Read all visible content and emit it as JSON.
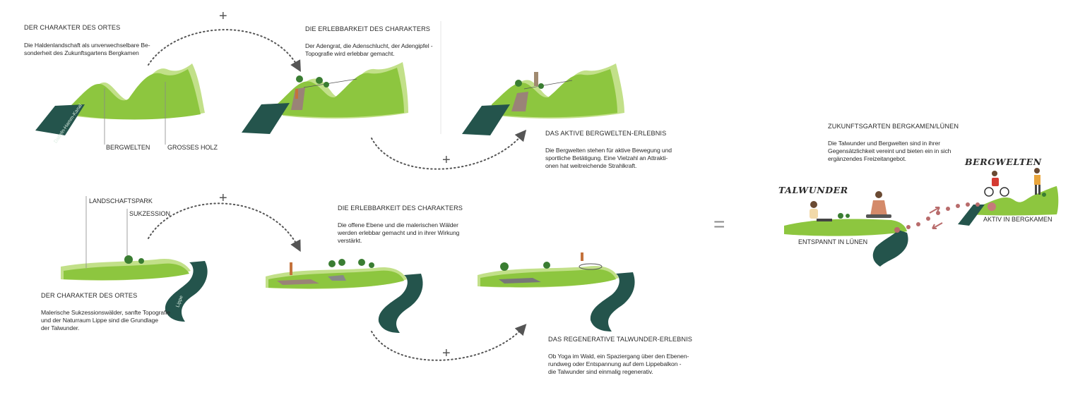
{
  "colors": {
    "grass": "#8dc63f",
    "grass_light": "#c2e089",
    "grass_dark": "#5e9e2c",
    "water": "#24544c",
    "path": "#9a8377",
    "arrow_dots": "#555555",
    "pink_dots": "#b86b6b"
  },
  "plus_sign": "+",
  "equals_sign": "=",
  "top": {
    "step1": {
      "title": "DER CHARAKTER DES ORTES",
      "text_lines": [
        "Die Haldenlandschaft als unverwechselbare Be-",
        "sonderheit des Zukunftsgartens Bergkamen"
      ],
      "label_bergwelten": "BERGWELTEN",
      "label_grosses_holz": "GROSSES HOLZ",
      "canal_label": "Datteln-Hamm-Kanal"
    },
    "step2": {
      "title": "DIE ERLEBBARKEIT DES CHARAKTERS",
      "text_lines": [
        "Der Adengrat, die Adenschlucht, der Adengipfel -",
        "Topografie wird erlebbar gemacht."
      ]
    },
    "step3": {
      "title": "DAS AKTIVE BERGWELTEN-ERLEBNIS",
      "text_lines": [
        "Die Bergwelten stehen für aktive Bewegung und",
        "sportliche Betätigung. Eine Vielzahl an Attrakti-",
        "onen hat weitreichende Strahlkraft."
      ]
    }
  },
  "bottom": {
    "step1": {
      "title": "DER CHARAKTER DES ORTES",
      "text_lines": [
        "Malerische Sukzessionswälder, sanfte Topografie",
        "und der Naturraum Lippe sind die Grundlage",
        "der Talwunder."
      ],
      "label_landschaftspark": "LANDSCHAFTSPARK",
      "label_sukzession": "SUKZESSION",
      "river_label": "Lippe"
    },
    "step2": {
      "title": "DIE ERLEBBARKEIT DES CHARAKTERS",
      "text_lines": [
        "Die offene Ebene und die malerischen Wälder",
        "werden erlebbar gemacht und in ihrer Wirkung",
        "verstärkt."
      ]
    },
    "step3": {
      "title": "DAS REGENERATIVE TALWUNDER-ERLEBNIS",
      "text_lines": [
        "Ob Yoga im Wald, ein Spaziergang über den Ebenen-",
        "rundweg oder Entspannung auf dem Lippebalkon -",
        "die Talwunder sind einmalig regenerativ."
      ]
    }
  },
  "result": {
    "title": "ZUKUNFTSGARTEN BERGKAMEN/LÜNEN",
    "text_lines": [
      "Die Talwunder und Bergwelten sind in ihrer",
      "Gegensätzlichkeit vereint und bieten ein in sich",
      "ergänzendes Freizeitangebot."
    ],
    "talwunder": "TALWUNDER",
    "bergwelten": "BERGWELTEN",
    "caption_left": "ENTSPANNT IN LÜNEN",
    "caption_right": "AKTIV IN BERGKAMEN"
  },
  "icons": [
    "plus-sign",
    "equals-sign",
    "tree-icon",
    "person-icon",
    "bicycle-icon",
    "hiker-icon",
    "yoga-icon",
    "reader-icon"
  ]
}
